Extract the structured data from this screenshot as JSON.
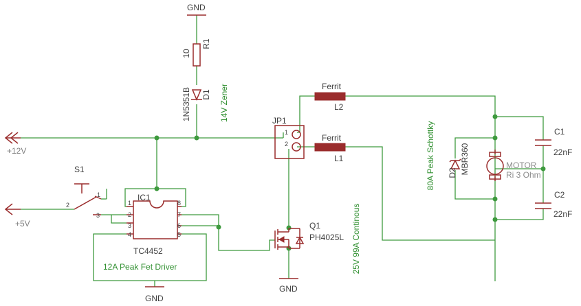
{
  "colors": {
    "wire": "#3e9a3e",
    "part": "#9a2c2c",
    "label_text": "#404040",
    "annotation_text": "#2f8f2f",
    "background": "#ffffff"
  },
  "gnd_top": {
    "label": "GND"
  },
  "r1": {
    "name": "R1",
    "value": "10"
  },
  "d1": {
    "name": "D1",
    "value": "1N5351B"
  },
  "zener_note": "14V Zener",
  "supply_12v": {
    "label": "+12V"
  },
  "supply_5v": {
    "label": "+5V"
  },
  "s1": {
    "name": "S1",
    "pin1": "1",
    "pin2": "2",
    "pin3": "3"
  },
  "ic1": {
    "name": "IC1",
    "value": "TC4452",
    "pins": [
      "1",
      "2",
      "3",
      "4",
      "5",
      "6",
      "7",
      "8"
    ]
  },
  "driver_note": "12A Peak Fet Driver",
  "gnd_ic": {
    "label": "GND"
  },
  "jp1": {
    "name": "JP1",
    "pin1": "1",
    "pin2": "2"
  },
  "q1": {
    "name": "Q1",
    "value": "PH4025L"
  },
  "gnd_q1": {
    "label": "GND"
  },
  "q1_note": "25V 99A Continous",
  "l2": {
    "name": "L2",
    "value": "Ferrit"
  },
  "l1": {
    "name": "L1",
    "value": "Ferrit"
  },
  "d2": {
    "name": "D2",
    "value": "MBR360"
  },
  "schottky_note": "80A Peak Schottky",
  "motor": {
    "name": "MOTOR",
    "value": "Ri 3 Ohm"
  },
  "c1": {
    "name": "C1",
    "value": "22nF"
  },
  "c2": {
    "name": "C2",
    "value": "22nF"
  }
}
